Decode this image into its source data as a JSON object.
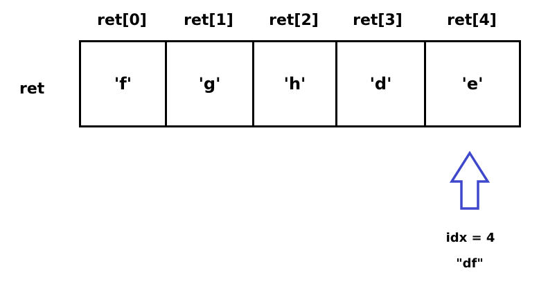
{
  "array": {
    "name": "ret",
    "cells": [
      {
        "index_label": "ret[0]",
        "value": "'f'"
      },
      {
        "index_label": "ret[1]",
        "value": "'g'"
      },
      {
        "index_label": "ret[2]",
        "value": "'h'"
      },
      {
        "index_label": "ret[3]",
        "value": "'d'"
      },
      {
        "index_label": "ret[4]",
        "value": "'e'"
      }
    ]
  },
  "pointer": {
    "target_index": 4,
    "label": "idx = 4",
    "string_value": "\"df\"",
    "arrow_color": "#3f48cc",
    "arrow_icon": "up-arrow-icon"
  }
}
